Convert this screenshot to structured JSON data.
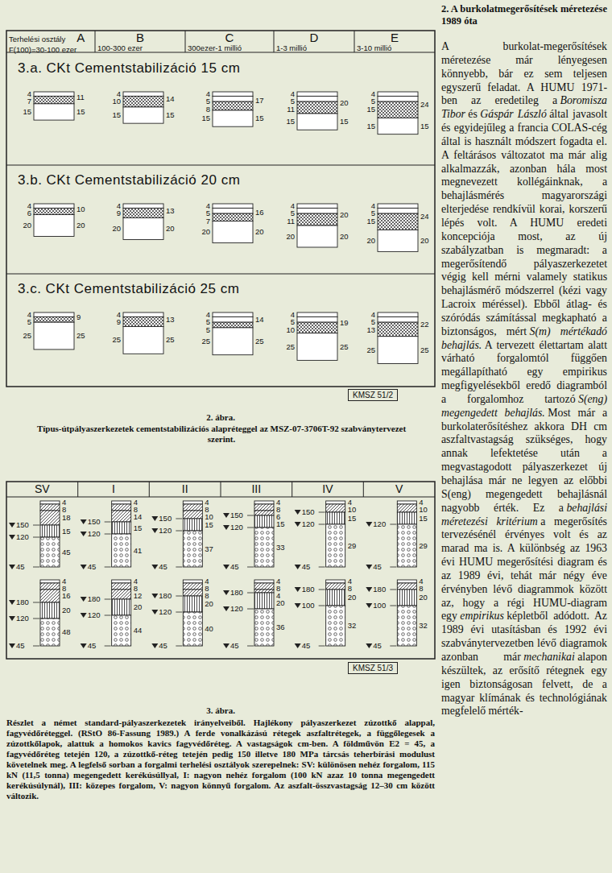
{
  "diagram": {
    "title": "2. A burkolatmegerősítések méretezése 1989 óta",
    "nodes": [
      {
        "text": [
          "Terhelési osztály",
          "A",
          "F(100)=30-100 ezer"
        ]
      },
      {
        "text": [
          "B",
          "100-300 ezer"
        ]
      },
      {
        "text": [
          "C",
          "300ezer-1 millió"
        ]
      },
      {
        "text": [
          "D",
          "1-3 millió"
        ]
      },
      {
        "text": [
          "E",
          "3-10 millió"
        ]
      },
      {
        "text": [
          "3.a. CKt Cementstabilizáció 15 cm"
        ]
      },
      {
        "text": [
          "3.b. CKt Cementstabilizáció 20 cm"
        ]
      },
      {
        "text": [
          "3.c. CKt Cementstabilizáció 25 cm"
        ]
      },
      {
        "text": [
          "KMSZ 51/2"
        ]
      },
      {
        "text": [
          "SV"
        ]
      },
      {
        "text": [
          "I"
        ]
      },
      {
        "text": [
          "II"
        ]
      },
      {
        "text": [
          "III"
        ]
      },
      {
        "text": [
          "IV"
        ]
      },
      {
        "text": [
          "V"
        ]
      },
      {
        "text": [
          "KMSZ 51/3"
        ]
      }
    ],
    "labels": [
      "4",
      "7",
      "15",
      "11",
      "15",
      "4",
      "10",
      "15",
      "14",
      "15",
      "4",
      "5",
      "8",
      "15",
      "17",
      "15",
      "4",
      "5",
      "11",
      "15",
      "20",
      "15",
      "4",
      "5",
      "15",
      "15",
      "24",
      "15",
      "4",
      "6",
      "20",
      "10",
      "20",
      "4",
      "9",
      "20",
      "13",
      "20",
      "4",
      "5",
      "7",
      "20",
      "16",
      "20",
      "4",
      "5",
      "11",
      "20",
      "20",
      "20",
      "4",
      "5",
      "15",
      "20",
      "24",
      "20",
      "4",
      "5",
      "25",
      "9",
      "25",
      "4",
      "9",
      "25",
      "13",
      "25",
      "4",
      "5",
      "5",
      "25",
      "14",
      "25",
      "4",
      "5",
      "10",
      "25",
      "19",
      "25",
      "4",
      "5",
      "13",
      "25",
      "22",
      "25",
      "150",
      "120",
      "45",
      "4",
      "8",
      "18",
      "15",
      "45",
      "150",
      "120",
      "45",
      "4",
      "8",
      "14",
      "15",
      "41",
      "150",
      "120",
      "45",
      "4",
      "8",
      "10",
      "15",
      "37",
      "150",
      "120",
      "45",
      "4",
      "8",
      "6",
      "15",
      "33",
      "150",
      "120",
      "45",
      "4",
      "10",
      "15",
      "29",
      "120",
      "45",
      "4",
      "10",
      "15",
      "29",
      "180",
      "120",
      "45",
      "4",
      "8",
      "16",
      "20",
      "48",
      "180",
      "120",
      "45",
      "4",
      "8",
      "12",
      "20",
      "44",
      "180",
      "120",
      "45",
      "4",
      "8",
      "8",
      "20",
      "40",
      "180",
      "120",
      "45",
      "4",
      "8",
      "4",
      "20",
      "36",
      "180",
      "100",
      "45",
      "4",
      "8",
      "20",
      "32",
      "180",
      "100",
      "45",
      "4",
      "8",
      "20",
      "32",
      "2. ábra.",
      "Típus-útpályaszerkezetek cementstabilizációs alapréteggel az MSZ-07-3706T-92 szabványtervezet szerint.",
      "3. ábra.",
      "Részlet a német standard-pályaszerkezetek irányelveiből. Hajlékony pályaszerkezet zúzottkő alappal, fagyvédőréteggel. (RStO 86-Fassung 1989.) A ferde vonalkázású rétegek aszfaltrétegek, a függőlegesek a zúzottkőlapok, alattuk a homokos kavics fagyvédőréteg. A vastagságok cm-ben. A földművön E2 = 45, a fagyvédőréteg tetején 120, a zúzottkő-réteg tetején pedig 150 illetve 180 MPa tárcsás teherbírási modulust követelnek meg. A legfelső sorban a forgalmi terhelési osztályok szerepelnek: SV: különösen nehéz forgalom, 115 kN (11,5 tonna) megengedett kerékúsúllyal, I: nagyon nehéz forgalom (100 kN azaz 10 tonna megengedett kerékúsúlynál), III: közepes forgalom, V: nagyon könnyű forgalom. Az aszfalt-összvastagság 12–30 cm között változik.",
      "A burkolat-megerősítések méretezése már lényegesen könnyebb, bár ez sem teljesen egyszerű feladat. A HUMU 1971-ben az eredetileg a",
      "Boromisza Tibor",
      "és",
      "Gáspár László",
      "által javasolt és egyidejűleg a francia COLAS-cég által is használt módszert fogadta el. A feltárásos változatot ma már alig alkalmazzák, azonban hála most megnevezett kollégáinknak, a behajlásmérés magyarországi elterjedése rendkívül korai, korszerű lépés volt. A HUMU eredeti koncepciója most, az új szabályzatban is megmaradt: a megerősítendő pályaszerkezetet végig kell mérni valamely statikus behajlásmérő módszerrel (kézi vagy Lacroix méréssel). Ebből átlag- és szóródás számítással megkapható a biztonságos, mért",
      "S(m) mértékadó behajlás.",
      "A tervezett élettartam alatt várható forgalomtól függően megállapítható egy empirikus megfigyelésekből eredő diagramból a forgalomhoz tartozó",
      "S(eng) megengedett behajlás.",
      "Most már a burkolaterősítéshez akkora DH cm aszfaltvastagság szükséges, hogy annak lefektetése után a megvastagodott pályaszerkezet új behajlása már ne legyen az előbbi S(eng) megengedett behajlásnál nagyobb érték. Ez a",
      "behajlási méretezési kritérium",
      "a megerősítés tervezésénél érvényes volt és az marad ma is. A különbség az 1963 évi HUMU megerősítési diagram és az 1989 évi, tehát már négy éve érvényben lévő diagrammok között az, hogy a régi HUMU-diagram egy",
      "empirikus",
      "képletből adódott. Az 1989 évi utasításban és 1992 évi szabványtervezetben lévő diagramok azonban már",
      "mechanikai",
      "alapon készültek, az erősítő rétegnek egy igen biztonságosan felvett, de a magyar klímának és technológiának megfelelő mérték-"
    ]
  }
}
